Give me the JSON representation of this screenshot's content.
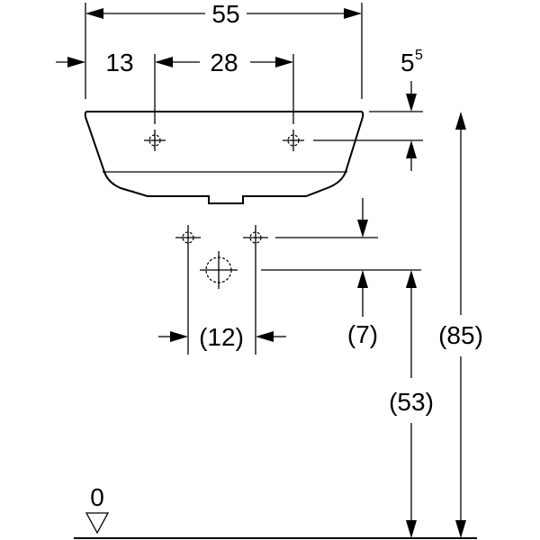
{
  "dimensions": {
    "overall_width": "55",
    "left_offset": "13",
    "hole_spacing": "28",
    "top_offset_base": "5",
    "top_offset_sup": "5",
    "valve_spacing": "(12)",
    "waste_offset": "(7)",
    "waste_height": "(53)",
    "rim_height": "(85)",
    "floor_level": "0"
  },
  "colors": {
    "ink": "#000000",
    "background": "#ffffff"
  }
}
